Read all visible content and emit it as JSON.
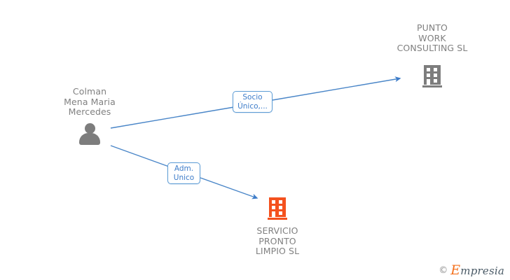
{
  "diagram": {
    "type": "relationship-graph",
    "background_color": "#ffffff",
    "nodes": [
      {
        "id": "person",
        "kind": "person",
        "icon": "person-icon",
        "icon_color": "#7d7d7d",
        "label_lines": [
          "Colman",
          "Mena Maria",
          "Mercedes"
        ],
        "label_color": "#808080",
        "label_position": "above"
      },
      {
        "id": "punto-work",
        "kind": "company",
        "icon": "building-icon",
        "icon_color": "#7d7d7d",
        "label_lines": [
          "PUNTO",
          "WORK",
          "CONSULTING SL"
        ],
        "label_color": "#808080",
        "label_position": "above"
      },
      {
        "id": "servicio-pronto",
        "kind": "company",
        "icon": "building-icon",
        "icon_color": "#f4511e",
        "label_lines": [
          "SERVICIO",
          "PRONTO",
          "LIMPIO SL"
        ],
        "label_color": "#808080",
        "label_position": "below",
        "highlighted": true
      }
    ],
    "edges": [
      {
        "id": "edge-socio",
        "from": "person",
        "to": "punto-work",
        "color": "#3d7cc9",
        "label_lines": [
          "Socio",
          "Único,..."
        ]
      },
      {
        "id": "edge-adm",
        "from": "person",
        "to": "servicio-pronto",
        "color": "#3d7cc9",
        "label_lines": [
          "Adm.",
          "Unico"
        ]
      }
    ]
  },
  "watermark": {
    "copyright_symbol": "©",
    "brand_initial": "E",
    "brand_rest": "mpresia",
    "brand_color": "#f4711e",
    "text_color": "#4a5a66"
  }
}
